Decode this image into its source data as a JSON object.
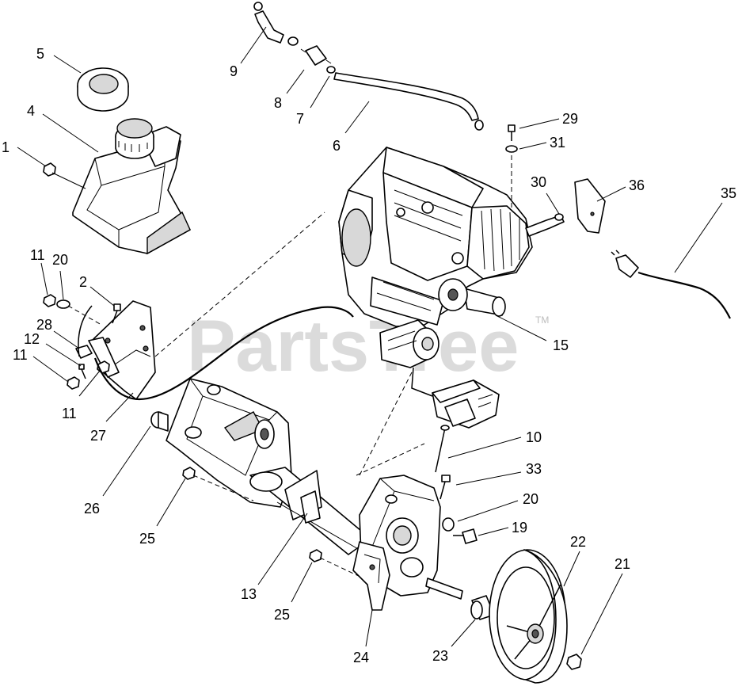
{
  "watermark": {
    "text": "PartsTree",
    "trademark": "TM"
  },
  "callouts": [
    {
      "id": "c1",
      "label": "1"
    },
    {
      "id": "c4",
      "label": "4"
    },
    {
      "id": "c5",
      "label": "5"
    },
    {
      "id": "c9",
      "label": "9"
    },
    {
      "id": "c8",
      "label": "8"
    },
    {
      "id": "c7",
      "label": "7"
    },
    {
      "id": "c6",
      "label": "6"
    },
    {
      "id": "c29",
      "label": "29"
    },
    {
      "id": "c31",
      "label": "31"
    },
    {
      "id": "c30",
      "label": "30"
    },
    {
      "id": "c36",
      "label": "36"
    },
    {
      "id": "c35",
      "label": "35"
    },
    {
      "id": "c11a",
      "label": "11"
    },
    {
      "id": "c20a",
      "label": "20"
    },
    {
      "id": "c2",
      "label": "2"
    },
    {
      "id": "c28",
      "label": "28"
    },
    {
      "id": "c12",
      "label": "12"
    },
    {
      "id": "c11b",
      "label": "11"
    },
    {
      "id": "c11c",
      "label": "11"
    },
    {
      "id": "c27",
      "label": "27"
    },
    {
      "id": "c15",
      "label": "15"
    },
    {
      "id": "c10",
      "label": "10"
    },
    {
      "id": "c33",
      "label": "33"
    },
    {
      "id": "c20b",
      "label": "20"
    },
    {
      "id": "c19",
      "label": "19"
    },
    {
      "id": "c22",
      "label": "22"
    },
    {
      "id": "c21",
      "label": "21"
    },
    {
      "id": "c26",
      "label": "26"
    },
    {
      "id": "c25a",
      "label": "25"
    },
    {
      "id": "c13",
      "label": "13"
    },
    {
      "id": "c25b",
      "label": "25"
    },
    {
      "id": "c24",
      "label": "24"
    },
    {
      "id": "c23",
      "label": "23"
    }
  ]
}
